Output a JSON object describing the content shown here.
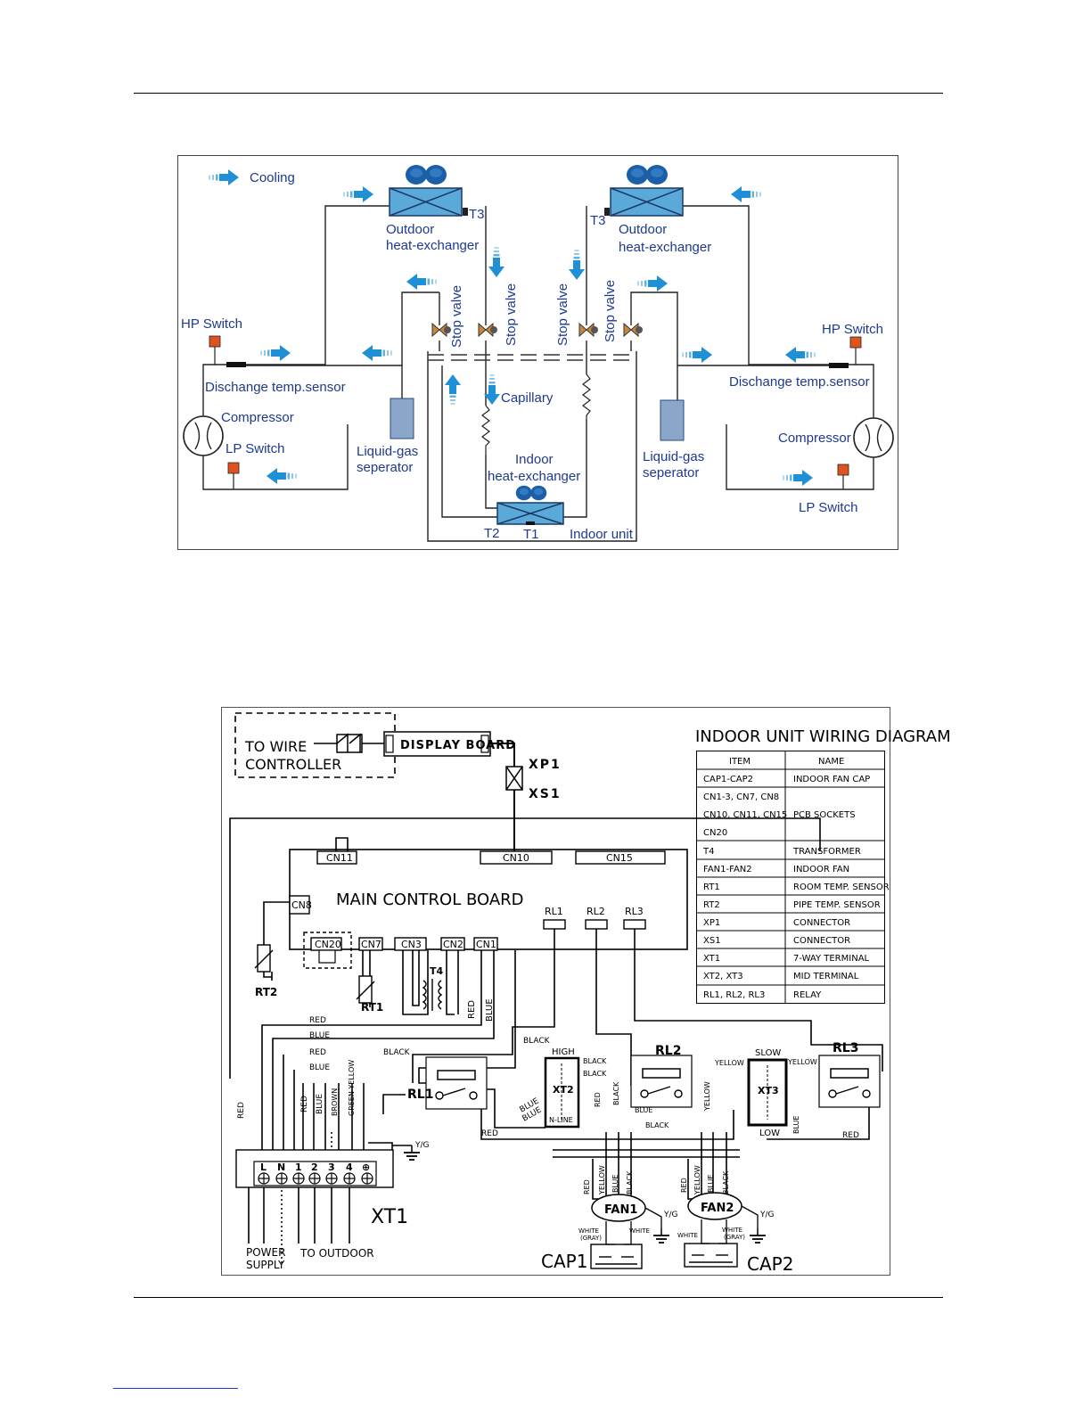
{
  "refrigerant": {
    "legend": "Cooling",
    "left": {
      "outdoor_hx": [
        "Outdoor",
        "heat-exchanger"
      ],
      "t3": "T3",
      "hp_switch": "HP Switch",
      "discharge": "Dischange temp.sensor",
      "compressor": "Compressor",
      "lp_switch": "LP Switch",
      "separator": [
        "Liquid-gas",
        "seperator"
      ],
      "stop_valve_a": "Stop valve",
      "stop_valve_b": "Stop valve"
    },
    "right": {
      "outdoor_hx": [
        "Outdoor",
        "heat-exchanger"
      ],
      "t3": "T3",
      "hp_switch": "HP Switch",
      "discharge": "Dischange temp.sensor",
      "compressor": "Compressor",
      "lp_switch": "LP Switch",
      "separator": [
        "Liquid-gas",
        "seperator"
      ],
      "stop_valve_a": "Stop valve",
      "stop_valve_b": "Stop valve"
    },
    "indoor": {
      "capillary": "Capillary",
      "hx": [
        "Indoor",
        "heat-exchanger"
      ],
      "t2": "T2",
      "t1": "T1",
      "unit": "Indoor unit"
    },
    "colors": {
      "flow": "#1f8fd6",
      "text": "#1d3a8f",
      "fan": "#1b5fa8",
      "hx": "#5aa9d8",
      "switch": "#e0531f",
      "separator": "#8aa6c8"
    }
  },
  "wiring": {
    "title": "INDOOR UNIT WIRING DIAGRAM",
    "controller": [
      "TO WIRE",
      "CONTROLLER"
    ],
    "display_board": "DISPLAY BOARD",
    "xp1": "XP1",
    "xs1": "XS1",
    "board": "MAIN CONTROL BOARD",
    "cn_top": [
      "CN11",
      "CN10",
      "CN15"
    ],
    "cn8": "CN8",
    "cn_bottom": [
      "CN20",
      "CN7",
      "CN3",
      "CN2",
      "CN1"
    ],
    "relays": [
      "RL1",
      "RL2",
      "RL3"
    ],
    "t4": "T4",
    "rt1": "RT1",
    "rt2": "RT2",
    "legend_header": [
      "ITEM",
      "NAME"
    ],
    "legend_rows": [
      [
        "CAP1-CAP2",
        "INDOOR FAN CAP"
      ],
      [
        "CN1-3, CN7, CN8",
        "PCB SOCKETS"
      ],
      [
        "CN10, CN11, CN15",
        ""
      ],
      [
        "CN20",
        ""
      ],
      [
        "T4",
        "TRANSFORMER"
      ],
      [
        "FAN1-FAN2",
        "INDOOR FAN"
      ],
      [
        "RT1",
        "ROOM TEMP. SENSOR"
      ],
      [
        "RT2",
        "PIPE TEMP. SENSOR"
      ],
      [
        "XP1",
        "CONNECTOR"
      ],
      [
        "XS1",
        "CONNECTOR"
      ],
      [
        "XT1",
        "7-WAY TERMINAL"
      ],
      [
        "XT2, XT3",
        "MID TERMINAL"
      ],
      [
        "RL1, RL2, RL3",
        "RELAY"
      ]
    ],
    "terminal": "XT1",
    "terminal_labels": [
      "L",
      "N",
      "1",
      "2",
      "3",
      "4",
      "⊕"
    ],
    "power_supply": [
      "POWER",
      "SUPPLY"
    ],
    "to_outdoor": "TO OUTDOOR",
    "xt2": "XT2",
    "xt3": "XT3",
    "high": "HIGH",
    "slow": "SLOW",
    "low": "LOW",
    "n_line": "N-LINE",
    "fan1": "FAN1",
    "fan2": "FAN2",
    "cap1": "CAP1",
    "cap2": "CAP2",
    "yg": "Y/G",
    "white": "WHITE",
    "white_gray": [
      "WHITE",
      "(GRAY)"
    ],
    "wires": {
      "red": "RED",
      "blue": "BLUE",
      "black": "BLACK",
      "brown": "BROWN",
      "green_yellow": "GREEN YELLOW",
      "yellow": "YELLOW"
    }
  }
}
